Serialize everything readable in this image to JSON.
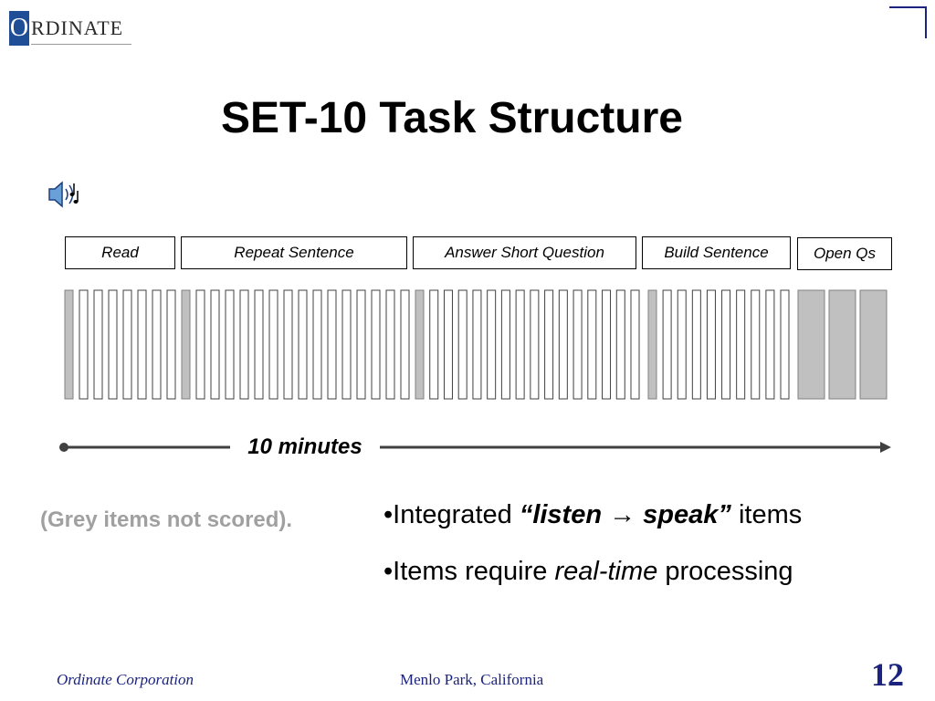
{
  "logo": {
    "initial": "O",
    "text": "RDINATE"
  },
  "title": "SET-10 Task Structure",
  "task_labels": [
    "Read",
    "Repeat Sentence",
    "Answer Short Question",
    "Build Sentence",
    "Open Qs"
  ],
  "item_groups": [
    {
      "task": "Read",
      "count": 8,
      "first_grey": true,
      "all_grey": false
    },
    {
      "task": "Repeat Sentence",
      "count": 16,
      "first_grey": true,
      "all_grey": false
    },
    {
      "task": "Answer Short Question",
      "count": 16,
      "first_grey": true,
      "all_grey": false
    },
    {
      "task": "Build Sentence",
      "count": 10,
      "first_grey": true,
      "all_grey": false
    },
    {
      "task": "Open Qs",
      "count": 3,
      "first_grey": false,
      "all_grey": true
    }
  ],
  "colors": {
    "grey_item": "#c0c0c0",
    "scored_item": "#ffffff",
    "timeline": "#404040",
    "footer": "#1a237e",
    "logo_blue": "#1f4e97"
  },
  "timeline_label": "10 minutes",
  "note": "(Grey items not scored).",
  "bullets": {
    "b1_prefix": "•Integrated ",
    "b1_em1": "“listen ",
    "b1_arrow": "→",
    "b1_em2": " speak”",
    "b1_suffix": " items",
    "b2_prefix": "•Items require ",
    "b2_em": "real-time",
    "b2_suffix": " processing"
  },
  "footer": {
    "left": "Ordinate Corporation",
    "center": "Menlo Park, California",
    "page": "12"
  }
}
